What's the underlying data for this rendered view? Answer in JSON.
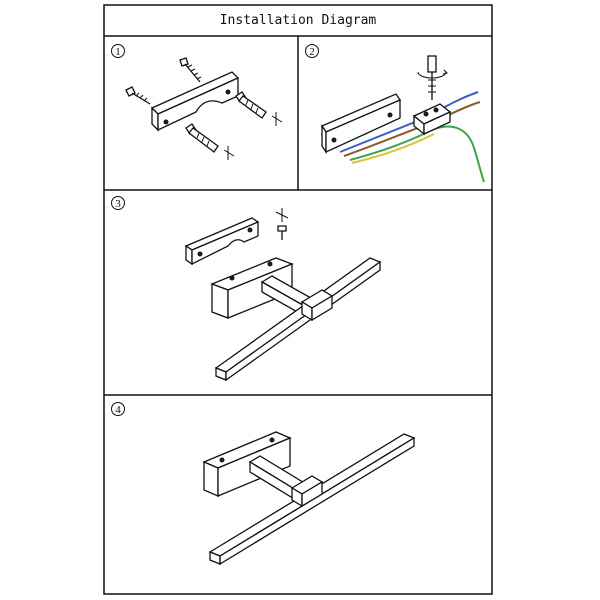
{
  "title": "Installation Diagram",
  "steps": [
    {
      "number": "1"
    },
    {
      "number": "2"
    },
    {
      "number": "3"
    },
    {
      "number": "4"
    }
  ],
  "colors": {
    "ink": "#111111",
    "wire_blue": "#3a5fc8",
    "wire_brown": "#8b5a2b",
    "wire_green": "#3fa34d",
    "wire_yellow": "#d8c23a"
  }
}
